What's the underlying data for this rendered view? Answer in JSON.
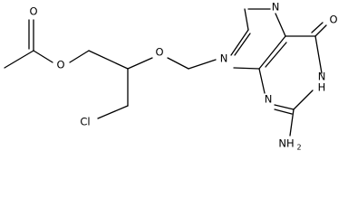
{
  "atoms": {
    "ester_O": "O",
    "carbonyl_O": "O",
    "ether_O": "O",
    "chlorine": "Cl",
    "n9": "N",
    "n7": "N",
    "n3": "N",
    "n1h": "N",
    "n1h_h": "H",
    "c6_O": "O",
    "nh2": "NH",
    "nh2_sub": "2"
  }
}
